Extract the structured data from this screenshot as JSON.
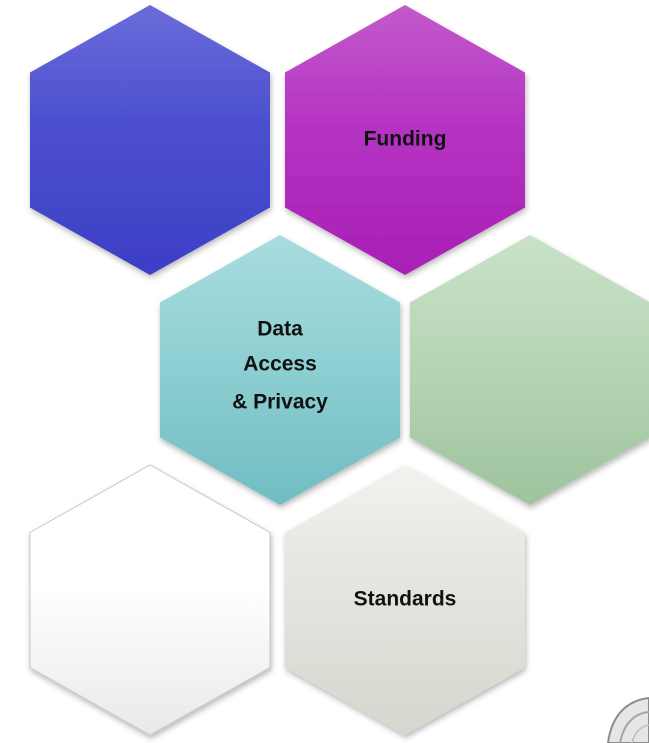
{
  "hexagons": [
    {
      "id": "hex-blue",
      "label_lines": [],
      "colors": [
        "#6a6cd8",
        "#4b4fcf",
        "#3c3fc5"
      ]
    },
    {
      "id": "hex-magenta",
      "label_lines": [
        "Funding"
      ],
      "colors": [
        "#c25acb",
        "#b533c3",
        "#a81fb6"
      ]
    },
    {
      "id": "hex-teal",
      "label_lines": [
        "Data",
        "Access",
        "& Privacy"
      ],
      "colors": [
        "#a9dcdf",
        "#8fd0d3",
        "#6fbdc2"
      ]
    },
    {
      "id": "hex-green",
      "label_lines": [],
      "colors": [
        "#c9e2c8",
        "#b7d6b6",
        "#9ec39d"
      ]
    },
    {
      "id": "hex-white",
      "label_lines": [],
      "colors": [
        "#ffffff",
        "#ffffff",
        "#e9e9e9"
      ]
    },
    {
      "id": "hex-gray",
      "label_lines": [
        "Standards"
      ],
      "colors": [
        "#f2f2ee",
        "#e5e5df",
        "#d6d6cf"
      ]
    }
  ],
  "edge_color": "#c8c8c8"
}
